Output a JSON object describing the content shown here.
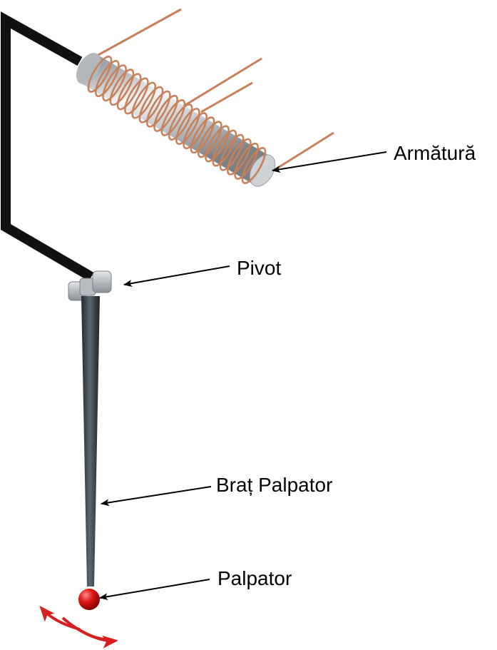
{
  "labels": {
    "armature": "Armătură",
    "pivot": "Pivot",
    "arm": "Braț Palpator",
    "stylus": "Palpator"
  },
  "colors": {
    "frame": "#111111",
    "coil": "#c8805a",
    "armature": "#c9ccd0",
    "arm": "#3c4850",
    "stylus_tip": "#e01818",
    "motion_arrow": "#d42020",
    "pointer": "#000000"
  },
  "icons": {
    "motion": "double-headed-curved-arrow"
  }
}
